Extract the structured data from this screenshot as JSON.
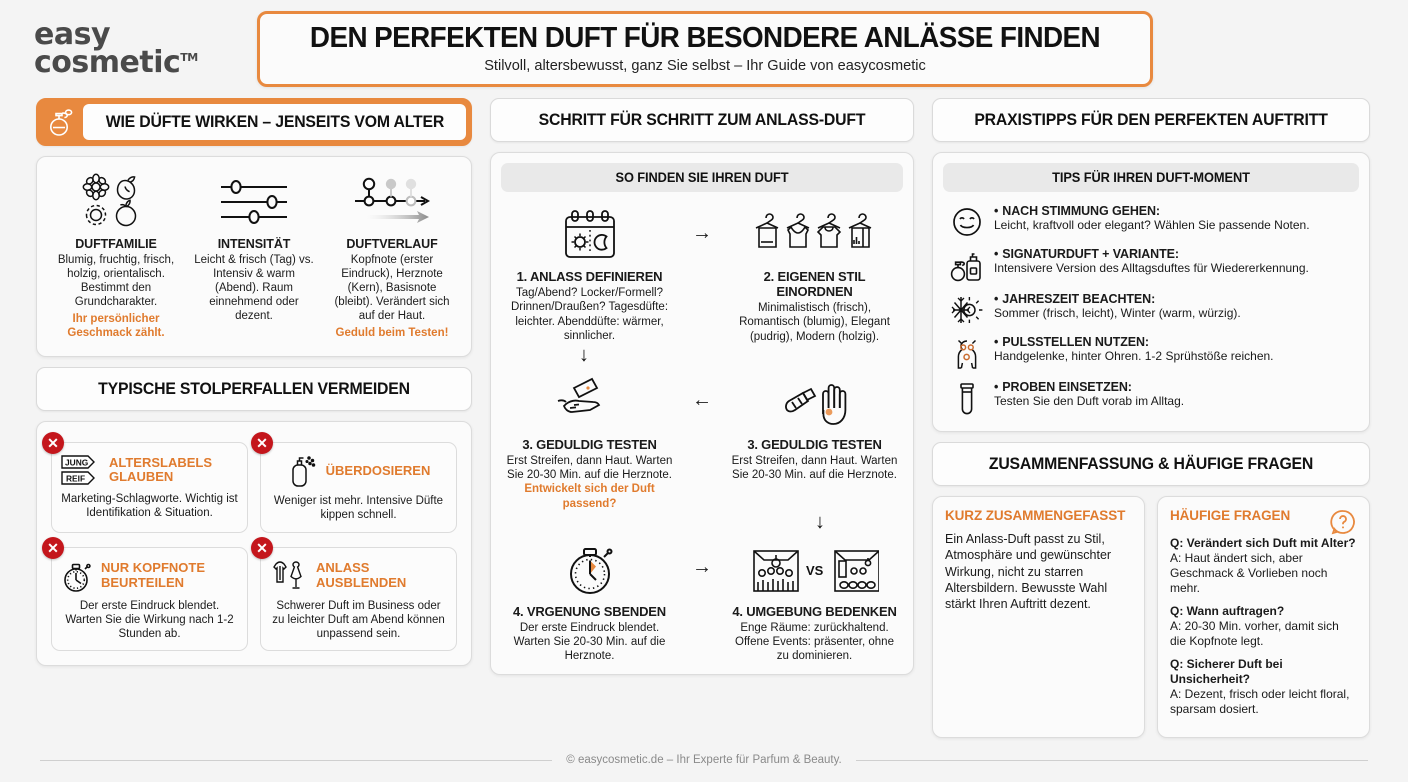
{
  "brand": {
    "line1": "easy",
    "line2": "cosmetic",
    "tm": "TM"
  },
  "header": {
    "title": "DEN PERFEKTEN DUFT FÜR BESONDERE ANLÄSSE FINDEN",
    "subtitle": "Stilvoll, altersbewusst, ganz Sie selbst – Ihr Guide von easycosmetic",
    "accent_color": "#E8893F"
  },
  "left": {
    "band_title": "WIE DÜFTE WIRKEN – JENSEITS VOM ALTER",
    "band_icon": "perfume-bottle-icon",
    "trio": [
      {
        "icon": "flower-fruit-icon",
        "heading": "DUFTFAMILIE",
        "text": "Blumig, fruchtig, frisch, holzig, orientalisch. Bestimmt den Grundcharakter.",
        "accent": "Ihr persönlicher Geschmack zählt."
      },
      {
        "icon": "sliders-icon",
        "heading": "INTENSITÄT",
        "text": "Leicht & frisch (Tag) vs. Intensiv & warm (Abend). Raum einnehmend oder dezent.",
        "accent": ""
      },
      {
        "icon": "fade-timeline-icon",
        "heading": "DUFTVERLAUF",
        "text": "Kopfnote (erster Eindruck), Herznote (Kern), Basisnote (bleibt). Verändert sich auf der Haut.",
        "accent": "Geduld beim Testen!"
      }
    ],
    "pitfalls_title": "TYPISCHE STOLPERFALLEN VERMEIDEN",
    "pitfalls": [
      {
        "icon": "age-labels-icon",
        "tag_a": "JUNG",
        "tag_b": "REIF",
        "heading": "ALTERSLABELS GLAUBEN",
        "text": "Marketing-Schlagworte. Wichtig ist Identifikation & Situation."
      },
      {
        "icon": "spray-bottle-icon",
        "heading": "ÜBERDOSIEREN",
        "text": "Weniger ist mehr. Intensive Düfte kippen schnell."
      },
      {
        "icon": "stopwatch-icon",
        "heading": "NUR KOPFNOTE BEURTEILEN",
        "text": "Der erste Eindruck blendet. Warten Sie die Wirkung nach 1-2 Stunden ab."
      },
      {
        "icon": "clothing-icon",
        "heading": "ANLASS AUSBLENDEN",
        "text": "Schwerer Duft im Business oder zu leichter Duft am Abend können unpassend sein."
      }
    ],
    "x_badge": "✕",
    "x_badge_color": "#C4161C"
  },
  "middle": {
    "band_title": "SCHRITT FÜR SCHRITT ZUM ANLASS-DUFT",
    "sub_title": "SO FINDEN SIE IHREN DUFT",
    "steps": [
      {
        "icon": "calendar-day-night-icon",
        "heading": "1. ANLASS DEFINIEREN",
        "text": "Tag/Abend? Locker/Formell? Drinnen/Draußen? Tagesdüfte: leichter. Abenddüfte: wärmer, sinnlicher.",
        "accent": ""
      },
      {
        "icon": "clothes-hangers-icon",
        "heading": "2. EIGENEN STIL EINORDNEN",
        "text": "Minimalistisch (frisch), Romantisch (blumig), Elegant (pudrig), Modern (holzig).",
        "accent": ""
      },
      {
        "icon": "test-strip-hand-icon",
        "heading": "3. GEDULDIG TESTEN",
        "text": "Erst Streifen, dann Haut. Warten Sie 20-30 Min. auf die Herznote.",
        "accent": "Entwickelt sich der Duft passend?"
      },
      {
        "icon": "spray-on-hand-icon",
        "heading": "3. GEDULDIG TESTEN",
        "text": "Erst Streifen, dann Haut. Warten Sie 20-30 Min. auf die Herznote.",
        "accent": ""
      },
      {
        "icon": "stopwatch-icon",
        "heading": "4. VRGENUNG SBENDEN",
        "text": "Der erste Eindruck blendet. Warten Sie 20-30 Min. auf die Herznote.",
        "accent": ""
      },
      {
        "icon": "crowd-vs-open-icon",
        "heading": "4. UMGEBUNG BEDENKEN",
        "text": "Enge Räume: zurückhaltend. Offene Events: präsenter, ohne zu dominieren.",
        "accent": ""
      }
    ],
    "arrow_right": "→",
    "arrow_left": "←",
    "arrow_down": "↓",
    "vs_label": "VS"
  },
  "right": {
    "band_title": "PRAXISTIPPS FÜR DEN PERFEKTEN AUFTRITT",
    "sub_title": "TIPS FÜR IHREN DUFT-MOMENT",
    "bullet": "•",
    "tips": [
      {
        "icon": "smiley-icon",
        "heading": "NACH STIMMUNG GEHEN:",
        "text": "Leicht, kraftvoll oder elegant? Wählen Sie passende Noten."
      },
      {
        "icon": "two-bottles-icon",
        "heading": "SIGNATURDUFT + VARIANTE:",
        "text": "Intensivere Version des Alltagsduftes für Wiedererkennung."
      },
      {
        "icon": "sun-snowflake-icon",
        "heading": "JAHRESZEIT BEACHTEN:",
        "text": "Sommer (frisch, leicht), Winter (warm, würzig)."
      },
      {
        "icon": "pulse-points-icon",
        "heading": "PULSSTELLEN NUTZEN:",
        "text": "Handgelenke, hinter Ohren. 1-2 Sprühstöße reichen."
      },
      {
        "icon": "sample-vial-icon",
        "heading": "PROBEN EINSETZEN:",
        "text": "Testen Sie den Duft vorab im Alltag."
      }
    ],
    "summary_band_title": "ZUSAMMENFASSUNG & HÄUFIGE FRAGEN",
    "summary": {
      "heading": "KURZ ZUSAMMENGEFASST",
      "text": "Ein Anlass-Duft passt zu Stil, Atmosphäre und gewünschter Wirkung, nicht zu starren Altersbildern. Bewusste Wahl stärkt Ihren Auftritt dezent."
    },
    "faq": {
      "heading": "HÄUFIGE FRAGEN",
      "icon": "question-bubble-icon",
      "items": [
        {
          "q": "Q: Verändert sich Duft mit Alter?",
          "a": "A: Haut ändert sich, aber Geschmack & Vorlieben noch mehr."
        },
        {
          "q": "Q: Wann auftragen?",
          "a": "A: 20-30 Min. vorher, damit sich die Kopfnote legt."
        },
        {
          "q": "Q: Sicherer Duft bei Unsicherheit?",
          "a": "A: Dezent, frisch oder leicht floral, sparsam dosiert."
        }
      ]
    }
  },
  "footer": {
    "text": "© easycosmetic.de – Ihr Experte für Parfum & Beauty."
  },
  "colors": {
    "orange": "#E8893F",
    "orange_text": "#E07B2E",
    "red": "#C4161C",
    "ink": "#1a1a1a"
  }
}
